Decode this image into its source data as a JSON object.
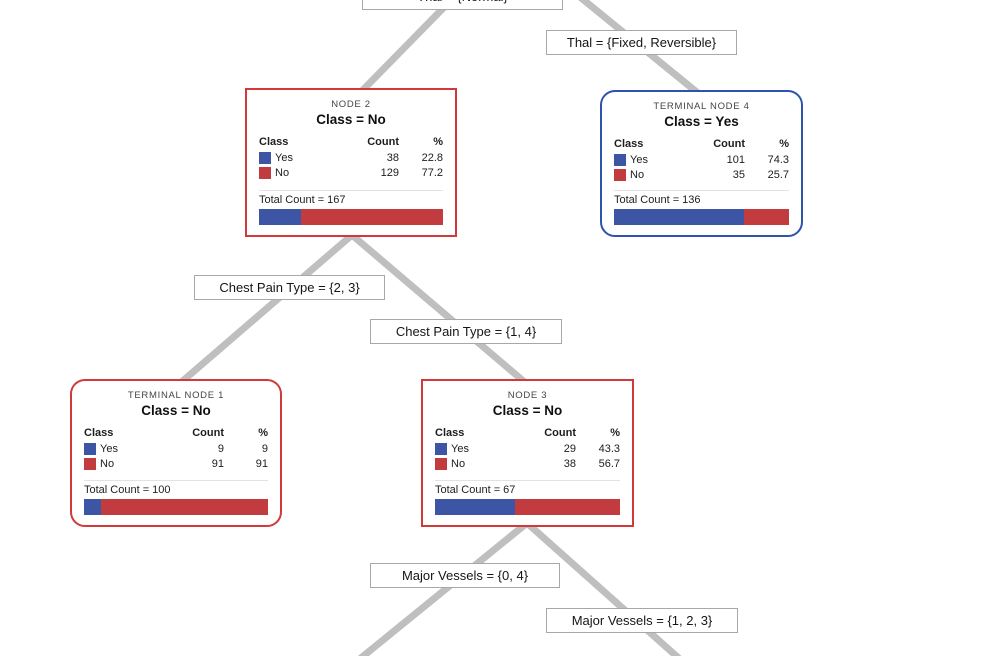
{
  "diagram": {
    "type": "decision-tree",
    "colors": {
      "yes_blue": "#3c55a5",
      "no_red": "#c23b3e",
      "node_border_red": "#d23a3a",
      "node_border_blue": "#2e52ad",
      "edge_gray": "#bfbfbf"
    },
    "table": {
      "class_header": "Class",
      "count_header": "Count",
      "pct_header": "%"
    }
  },
  "edge_labels": [
    {
      "text": "Thal = {Normal}"
    },
    {
      "text": "Thal = {Fixed, Reversible}"
    },
    {
      "text": "Chest Pain Type = {2, 3}"
    },
    {
      "text": "Chest Pain Type = {1, 4}"
    },
    {
      "text": "Major Vessels = {0, 4}"
    },
    {
      "text": "Major Vessels = {1, 2, 3}"
    }
  ],
  "nodes": [
    {
      "title": "NODE 2",
      "class_assignment": "Class = No",
      "rows": [
        {
          "label": "Yes",
          "count": "38",
          "pct": "22.8"
        },
        {
          "label": "No",
          "count": "129",
          "pct": "77.2"
        }
      ],
      "total": "Total Count = 167",
      "bar_yes_pct": 22.8,
      "border_color": "#d23a3a"
    },
    {
      "title": "TERMINAL NODE 4",
      "class_assignment": "Class = Yes",
      "rows": [
        {
          "label": "Yes",
          "count": "101",
          "pct": "74.3"
        },
        {
          "label": "No",
          "count": "35",
          "pct": "25.7"
        }
      ],
      "total": "Total Count = 136",
      "bar_yes_pct": 74.3,
      "border_color": "#2e52ad"
    },
    {
      "title": "TERMINAL NODE 1",
      "class_assignment": "Class = No",
      "rows": [
        {
          "label": "Yes",
          "count": "9",
          "pct": "9"
        },
        {
          "label": "No",
          "count": "91",
          "pct": "91"
        }
      ],
      "total": "Total Count = 100",
      "bar_yes_pct": 9,
      "border_color": "#d23a3a"
    },
    {
      "title": "NODE 3",
      "class_assignment": "Class = No",
      "rows": [
        {
          "label": "Yes",
          "count": "29",
          "pct": "43.3"
        },
        {
          "label": "No",
          "count": "38",
          "pct": "56.7"
        }
      ],
      "total": "Total Count = 67",
      "bar_yes_pct": 43.3,
      "border_color": "#d23a3a"
    }
  ]
}
